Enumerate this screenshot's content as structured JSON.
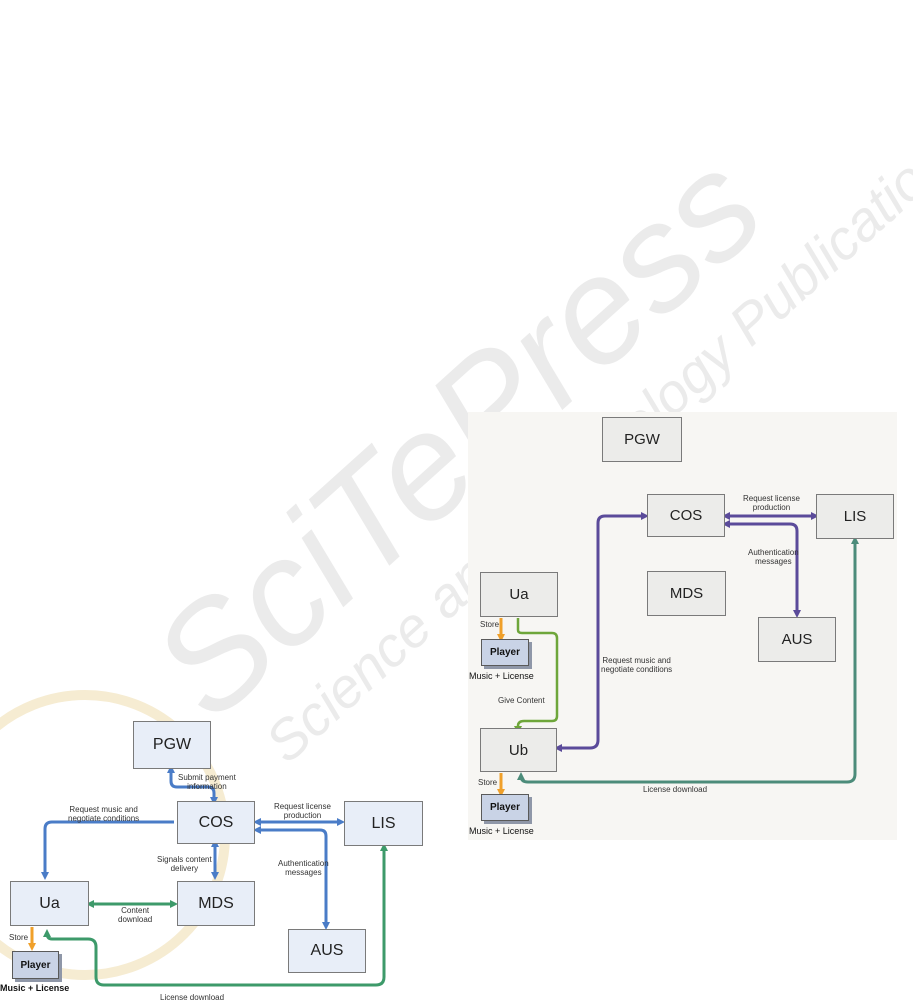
{
  "watermark": {
    "line1": "SciTePress",
    "line2": "Science and Technology Publications"
  },
  "diagram_left": {
    "boxes": {
      "pgw": "PGW",
      "cos": "COS",
      "lis": "LIS",
      "ua": "Ua",
      "mds": "MDS",
      "aus": "AUS"
    },
    "player": "Player",
    "caption": "Music + License",
    "labels": {
      "submit_payment": "Submit payment\ninformation",
      "request_music": "Request music and\nnegotiate conditions",
      "request_license": "Request license\nproduction",
      "signals_content": "Signals content\ndelivery",
      "authentication": "Authentication\nmessages",
      "content_download": "Content\ndownload",
      "store": "Store",
      "license_download": "License download"
    },
    "colors": {
      "blue": "#4a7cc7",
      "green": "#3d9a6a",
      "orange": "#f0a02a"
    }
  },
  "diagram_right": {
    "boxes": {
      "pgw": "PGW",
      "cos": "COS",
      "lis": "LIS",
      "ua": "Ua",
      "mds": "MDS",
      "aus": "AUS",
      "ub": "Ub"
    },
    "player": "Player",
    "caption": "Music + License",
    "labels": {
      "request_license": "Request license\nproduction",
      "authentication": "Authentication\nmessages",
      "store_ua": "Store",
      "request_music": "Request music and\nnegotiate conditions",
      "give_content": "Give Content",
      "store_ub": "Store",
      "license_download": "License download"
    },
    "colors": {
      "purple": "#5b4b9a",
      "green": "#6ea63a",
      "teal": "#4c8c7a",
      "orange": "#f0a02a"
    }
  }
}
